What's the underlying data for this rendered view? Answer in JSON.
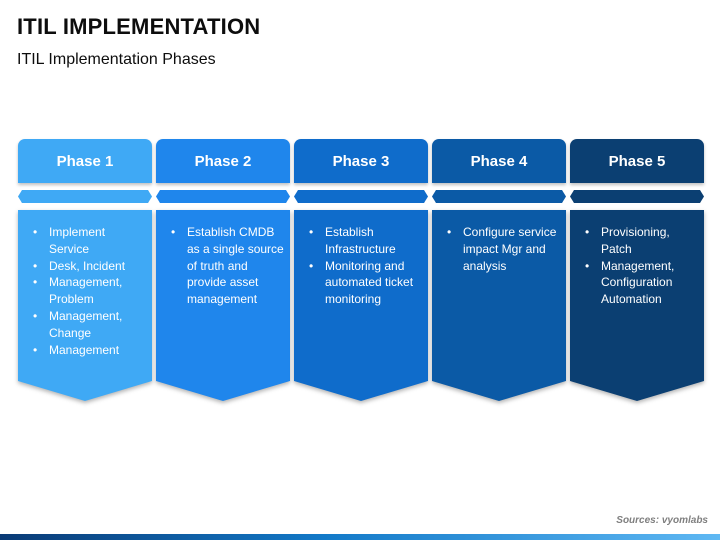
{
  "title": "ITIL IMPLEMENTATION",
  "subtitle": "ITIL Implementation Phases",
  "phases": [
    {
      "label": "Phase 1",
      "color": "#3fa9f5",
      "bullets": [
        "Implement Service",
        "Desk, Incident",
        "Management, Problem",
        "Management, Change",
        "Management"
      ]
    },
    {
      "label": "Phase 2",
      "color": "#1f86ec",
      "bullets": [
        "Establish CMDB as a single source of truth and provide asset management"
      ]
    },
    {
      "label": "Phase 3",
      "color": "#0f6ccb",
      "bullets": [
        "Establish Infrastructure",
        "Monitoring and automated ticket monitoring"
      ]
    },
    {
      "label": "Phase 4",
      "color": "#0b5aa6",
      "bullets": [
        "Configure service impact Mgr and analysis"
      ]
    },
    {
      "label": "Phase 5",
      "color": "#0b3f72",
      "bullets": [
        "Provisioning, Patch",
        "Management, Configuration Automation"
      ]
    }
  ],
  "footer": {
    "sources": "Sources: vyomlabs"
  }
}
